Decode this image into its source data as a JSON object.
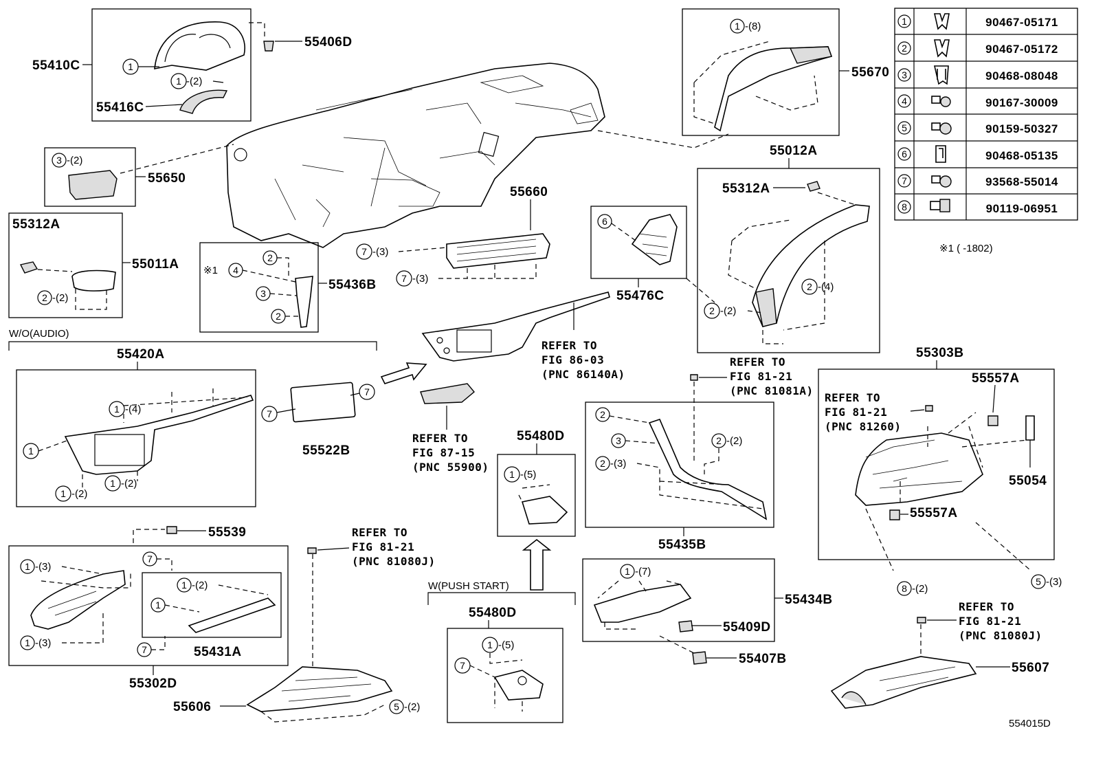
{
  "diagram_id": "554015D",
  "note": "※1 (      -1802)",
  "note_mark": "※1",
  "legend": [
    {
      "num": "1",
      "icon": "clip-icon",
      "part": "90467-05171"
    },
    {
      "num": "2",
      "icon": "clip-icon",
      "part": "90467-05172"
    },
    {
      "num": "3",
      "icon": "clip-icon",
      "part": "90468-08048"
    },
    {
      "num": "4",
      "icon": "screw-icon",
      "part": "90167-30009"
    },
    {
      "num": "5",
      "icon": "screw-icon",
      "part": "90159-50327"
    },
    {
      "num": "6",
      "icon": "clip-icon",
      "part": "90468-05135"
    },
    {
      "num": "7",
      "icon": "screw-icon",
      "part": "93568-55014"
    },
    {
      "num": "8",
      "icon": "bolt-icon",
      "part": "90119-06951"
    }
  ],
  "parts": {
    "p55410C": "55410C",
    "p55406D": "55406D",
    "p55416C": "55416C",
    "p55650": "55650",
    "p55312A": "55312A",
    "p55011A": "55011A",
    "p55436B": "55436B",
    "p55660": "55660",
    "p55476C": "55476C",
    "p55670": "55670",
    "p55012A": "55012A",
    "p55420A": "55420A",
    "p55522B": "55522B",
    "p55480D": "55480D",
    "p55435B": "55435B",
    "p55303B": "55303B",
    "p55557A": "55557A",
    "p55054": "55054",
    "p55539": "55539",
    "p55431A": "55431A",
    "p55302D": "55302D",
    "p55606": "55606",
    "p55434B": "55434B",
    "p55409D": "55409D",
    "p55407B": "55407B",
    "p55607": "55607"
  },
  "groups": {
    "wo_audio": "W/O(AUDIO)",
    "push_start": "W(PUSH START)"
  },
  "refs": {
    "r86_03": [
      "REFER TO",
      "FIG 86-03",
      "(PNC 86140A)"
    ],
    "r87_15": [
      "REFER TO",
      "FIG 87-15",
      "(PNC 55900)"
    ],
    "r81_21a": [
      "REFER TO",
      "FIG 81-21",
      "(PNC 81081A)"
    ],
    "r81_21b": [
      "REFER TO",
      "FIG 81-21",
      "(PNC 81260)"
    ],
    "r81_21c": [
      "REFER TO",
      "FIG 81-21",
      "(PNC 81080J)"
    ],
    "r81_21d": [
      "REFER TO",
      "FIG 81-21",
      "(PNC 81080J)"
    ]
  },
  "qty": {
    "q2": "-(2)",
    "q3": "-(3)",
    "q4": "-(4)",
    "q5": "-(5)",
    "q7": "-(7)",
    "q8": "-(8)"
  },
  "circles": {
    "c1": "1",
    "c2": "2",
    "c3": "3",
    "c4": "4",
    "c5": "5",
    "c6": "6",
    "c7": "7",
    "c8": "8"
  }
}
